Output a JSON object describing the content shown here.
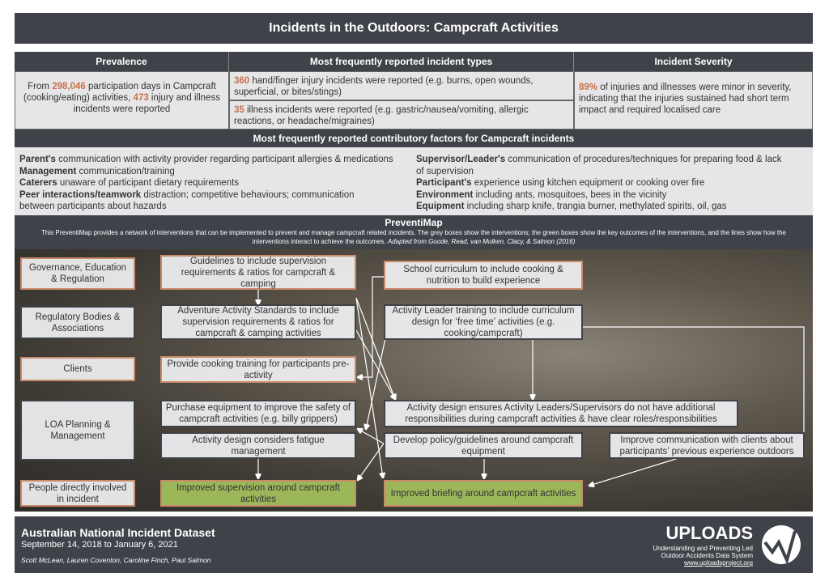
{
  "title": "Incidents in the Outdoors: Campcraft Activities",
  "headers": {
    "prevalence": "Prevalence",
    "types": "Most frequently reported incident types",
    "severity": "Incident Severity"
  },
  "prevalence": {
    "pre": "From ",
    "days": "298,046",
    "mid": " participation days in Campcraft (cooking/eating) activities, ",
    "incidents": "473",
    "post": " injury and illness incidents were reported"
  },
  "types": [
    {
      "num": "360",
      "text": " hand/finger injury incidents were reported (e.g. burns, open wounds, superficial, or bites/stings)"
    },
    {
      "num": "35",
      "text": " illness incidents were reported (e.g. gastric/nausea/vomiting, allergic reactions, or headache/migraines)"
    }
  ],
  "severity": {
    "num": "89%",
    "text": " of injuries and illnesses were minor in severity, indicating that the injuries sustained had short term impact and required localised care"
  },
  "contrib_title": "Most frequently reported contributory factors for Campcraft incidents",
  "contrib_left": [
    {
      "b": "Parent's",
      "t": " communication with activity provider regarding participant allergies & medications"
    },
    {
      "b": "Management",
      "t": " communication/training"
    },
    {
      "b": "Caterers",
      "t": " unaware of participant dietary requirements"
    },
    {
      "b": "Peer interactions/teamwork",
      "t": " distraction; competitive behaviours; communication between participants about hazards"
    }
  ],
  "contrib_right": [
    {
      "b": "Supervisor/Leader's",
      "t": " communication of procedures/techniques for preparing food & lack of supervision"
    },
    {
      "b": "Participant's",
      "t": " experience using kitchen equipment or cooking over fire"
    },
    {
      "b": "Environment",
      "t": " including ants, mosquitoes, bees in the vicinity"
    },
    {
      "b": "Equipment",
      "t": " including sharp knife, trangia burner, methylated spirits, oil, gas"
    }
  ],
  "preventimap": {
    "title": "PreventiMap",
    "desc": "This PreventiMap provides a network of interventions that can be implemented to prevent and manage campcraft related incidents.  The grey boxes show the interventions; the green boxes show the key outcomes of the interventions, and the lines show how the interventions interact to achieve the outcomes. ",
    "cite": "Adapted from Goode, Read, van Mulken, Clacy, & Salmon (2016)"
  },
  "levels": [
    "Governance, Education & Regulation",
    "Regulatory Bodies & Associations",
    "Clients",
    "LOA Planning & Management",
    "People directly involved in incident"
  ],
  "interventions": {
    "guidelines": "Guidelines to include supervision requirements & ratios for campcraft & camping",
    "school": "School curriculum to include cooking & nutrition to build experience",
    "aas": "Adventure Activity Standards to include supervision requirements & ratios for campcraft & camping activities",
    "leader_training": "Activity Leader training to include curriculum design for ‘free time’ activities (e.g. cooking/campcraft)",
    "cooking_training": "Provide cooking training for participants pre-activity",
    "purchase": "Purchase equipment to improve the safety of campcraft activities (e.g. billy grippers)",
    "design_roles": "Activity design ensures Activity Leaders/Supervisors do not have additional responsibilities during campcraft activities & have clear roles/responsibilities",
    "fatigue": "Activity design considers fatigue management",
    "policy": "Develop policy/guidelines around campcraft equipment",
    "communication": "Improve communication with clients about participants’ previous experience outdoors"
  },
  "outcomes": {
    "supervision": "Improved supervision around campcraft activities",
    "briefing": "Improved briefing around campcraft activities"
  },
  "footer": {
    "dataset": "Australian National Incident Dataset",
    "dates": "September 14, 2018 to January 6, 2021",
    "authors": "Scott McLean, Lauren Coventon, Caroline Finch, Paul Salmon",
    "logo": "UPLOADS",
    "tag1": "Understanding and Preventing Led",
    "tag2": "Outdoor Accidents Data System",
    "url": "www.uploadsproject.org"
  }
}
